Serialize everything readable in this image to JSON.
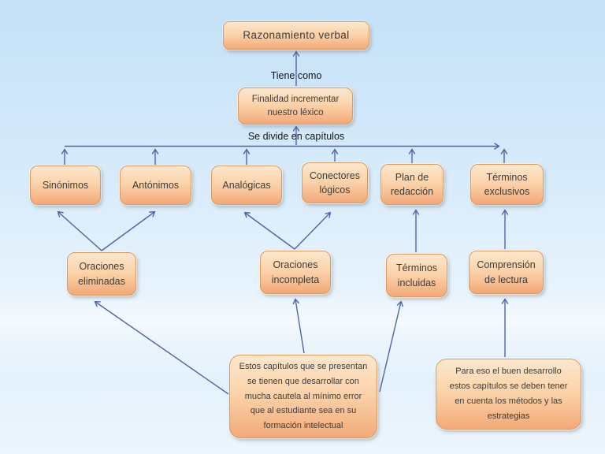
{
  "slide": {
    "title": "Razonamiento verbal",
    "labels": {
      "tiene_como": "Tiene como",
      "se_divide": "Se divide en capítulos"
    },
    "nodes": {
      "root": {
        "label": "Razonamiento  verbal"
      },
      "finalidad": {
        "label": [
          "Finalidad incrementar",
          "nuestro léxico"
        ]
      },
      "sinonimos": {
        "label": "Sinónimos"
      },
      "antonimos": {
        "label": "Antónimos"
      },
      "analogicas": {
        "label": "Analógicas"
      },
      "conectores_logicos": {
        "label": [
          "Conectores",
          "lógicos"
        ]
      },
      "plan_redaccion": {
        "label": [
          "Plan de",
          "redacción"
        ]
      },
      "terminos_exclusivos": {
        "label": [
          "Términos",
          "exclusivos"
        ]
      },
      "oraciones_eliminadas": {
        "label": [
          "Oraciones",
          "eliminadas"
        ]
      },
      "oraciones_incompleta": {
        "label": [
          "Oraciones",
          "incompleta"
        ]
      },
      "terminos_incluidas": {
        "label": [
          "Términos",
          "incluidas"
        ]
      },
      "comprension_lectura": {
        "label": [
          "Comprensión",
          "de lectura"
        ]
      },
      "nota_izquierda": {
        "label": [
          "Estos capítulos que se presentan",
          "se tienen que desarrollar con",
          "mucha cautela al mínimo error",
          "que al estudiante sea  en su",
          "formación intelectual"
        ]
      },
      "nota_derecha": {
        "label": [
          "Para eso el buen desarrollo",
          "estos capítulos se deben tener",
          "en cuenta los métodos y las",
          "estrategias"
        ]
      }
    },
    "colors": {
      "background_top": "#c3e1f7",
      "background_mid": "#d9ecfb",
      "background_band": "#f4fafe",
      "background_bottom": "#e4f1fc",
      "box_fill_top": "#fde7cd",
      "box_fill_bottom": "#f2a978",
      "box_border": "#d8995f",
      "arrow": "#4f63ac",
      "text": "#3c3c3c",
      "label_text": "#141414"
    }
  }
}
